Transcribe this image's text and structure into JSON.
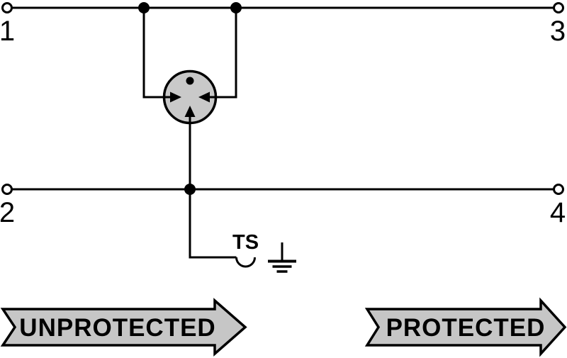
{
  "page": {
    "background": "#ffffff",
    "line_color": "#000000"
  },
  "schematic": {
    "terminals": [
      {
        "label": "1"
      },
      {
        "label": "2"
      },
      {
        "label": "3"
      },
      {
        "label": "4"
      }
    ],
    "protection_component": {
      "icon": "gas-discharge-tube-3-electrode",
      "fill": "#c9c9c9",
      "stroke": "#000000"
    },
    "disconnect": {
      "label": "TS",
      "icon": "disconnect-socket-arc"
    },
    "ground": {
      "icon": "earth-ground"
    }
  },
  "flow_arrows": {
    "unprotected": {
      "label": "UNPROTECTED",
      "fill": "#c6c6c6",
      "outline": "#000000",
      "text_color": "#ffffff"
    },
    "protected": {
      "label": "PROTECTED",
      "fill": "#c6c6c6",
      "outline": "#000000",
      "text_color": "#ffffff"
    }
  }
}
